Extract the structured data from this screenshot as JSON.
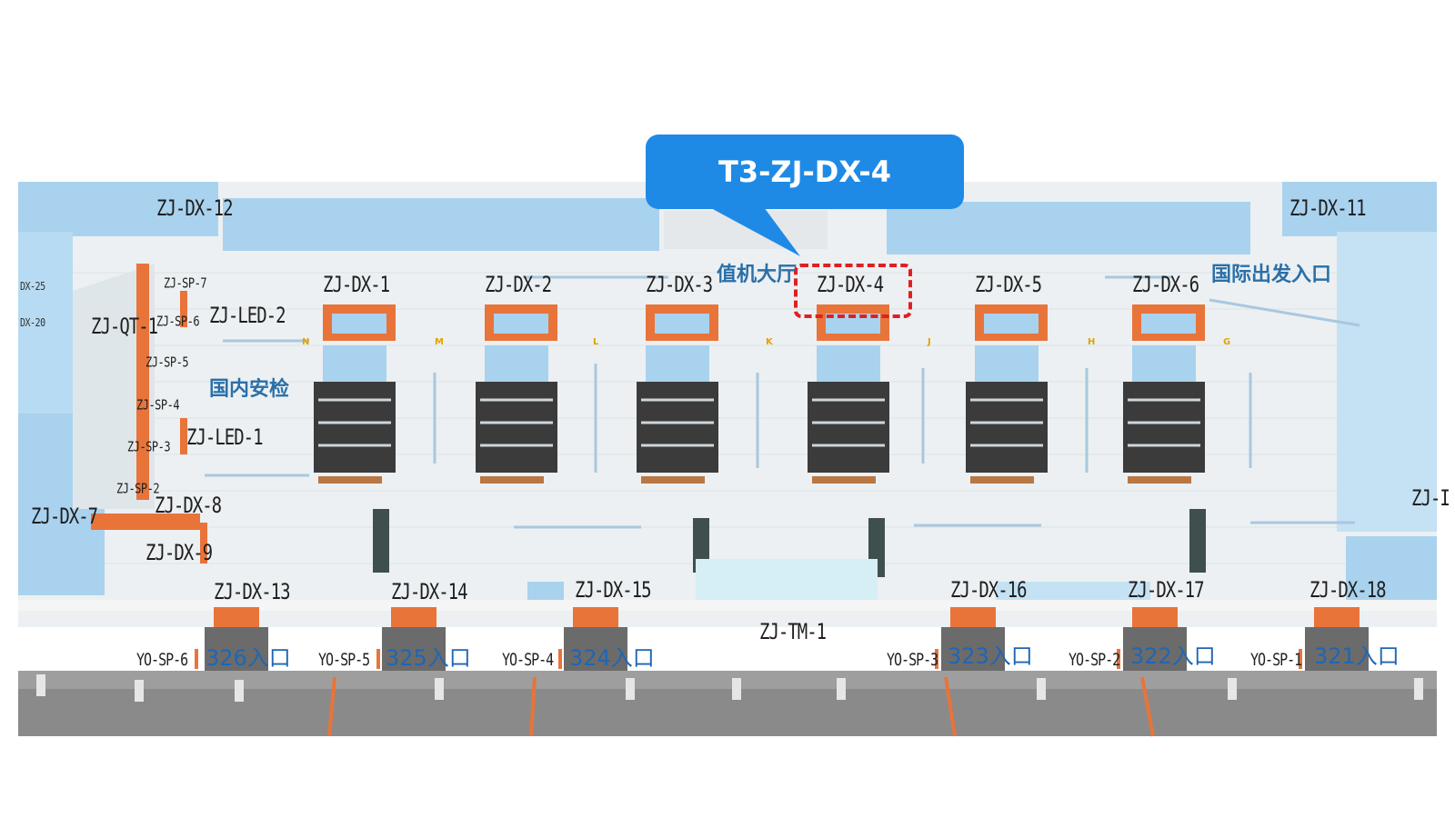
{
  "callout": {
    "text": "T3-ZJ-DX-4"
  },
  "zones": {
    "checkin_hall": "值机大厅",
    "domestic_security": "国内安检",
    "intl_departure": "国际出发入口"
  },
  "top_labels": {
    "dx12": "ZJ-DX-12",
    "dx11": "ZJ-DX-11",
    "dx1": "ZJ-DX-1",
    "dx2": "ZJ-DX-2",
    "dx3": "ZJ-DX-3",
    "dx4": "ZJ-DX-4",
    "dx5": "ZJ-DX-5",
    "dx6": "ZJ-DX-6"
  },
  "left_labels": {
    "led2": "ZJ-LED-2",
    "led1": "ZJ-LED-1",
    "qt1": "ZJ-QT-1",
    "dx7": "ZJ-DX-7",
    "dx8": "ZJ-DX-8",
    "dx9": "ZJ-DX-9",
    "sp7": "ZJ-SP-7",
    "sp6": "ZJ-SP-6",
    "sp5": "ZJ-SP-5",
    "sp4": "ZJ-SP-4",
    "sp3": "ZJ-SP-3",
    "sp2": "ZJ-SP-2",
    "edge1": "DX-25",
    "edge2": "DX-20",
    "right_edge": "ZJ-I"
  },
  "lane_letters": [
    "N",
    "M",
    "L",
    "K",
    "J",
    "H",
    "G"
  ],
  "bottom_labels": {
    "dx13": "ZJ-DX-13",
    "dx14": "ZJ-DX-14",
    "dx15": "ZJ-DX-15",
    "dx16": "ZJ-DX-16",
    "dx17": "ZJ-DX-17",
    "dx18": "ZJ-DX-18",
    "tm1": "ZJ-TM-1"
  },
  "entrances": [
    {
      "code": "YO-SP-6",
      "name": "326入口"
    },
    {
      "code": "YO-SP-5",
      "name": "325入口"
    },
    {
      "code": "YO-SP-4",
      "name": "324入口"
    },
    {
      "code": "YO-SP-3",
      "name": "323入口"
    },
    {
      "code": "YO-SP-2",
      "name": "322入口"
    },
    {
      "code": "YO-SP-1",
      "name": "321入口"
    }
  ],
  "colors": {
    "floor": "#ecf0f2",
    "wall_blue": "#a9d2ee",
    "accent_orange": "#e8743a",
    "callout_blue": "#1f8ae6",
    "highlight_red": "#e02020",
    "road_gray": "#8a8a8a"
  }
}
